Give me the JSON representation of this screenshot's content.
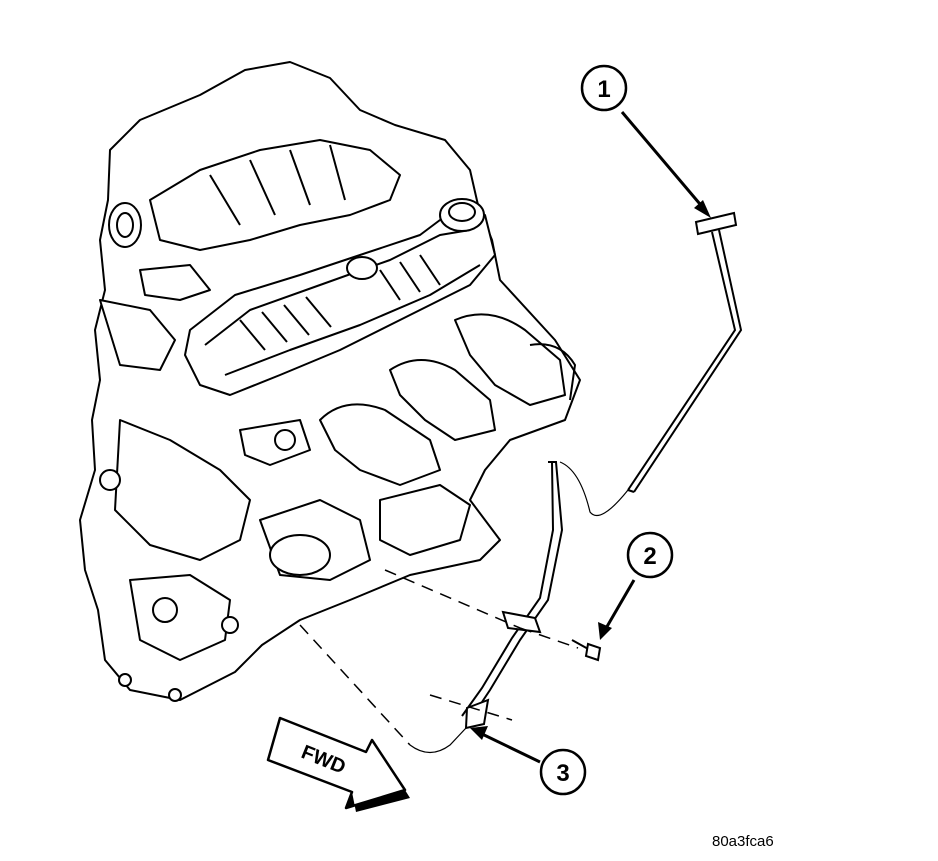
{
  "figure": {
    "callouts": [
      {
        "number": "1",
        "points_to": "dipstick handle"
      },
      {
        "number": "2",
        "points_to": "bolt"
      },
      {
        "number": "3",
        "points_to": "dipstick tube lower end"
      }
    ],
    "direction_label": "FWD",
    "figure_id": "80a3fca6"
  },
  "colors": {
    "line": "#000000",
    "background": "#ffffff"
  }
}
